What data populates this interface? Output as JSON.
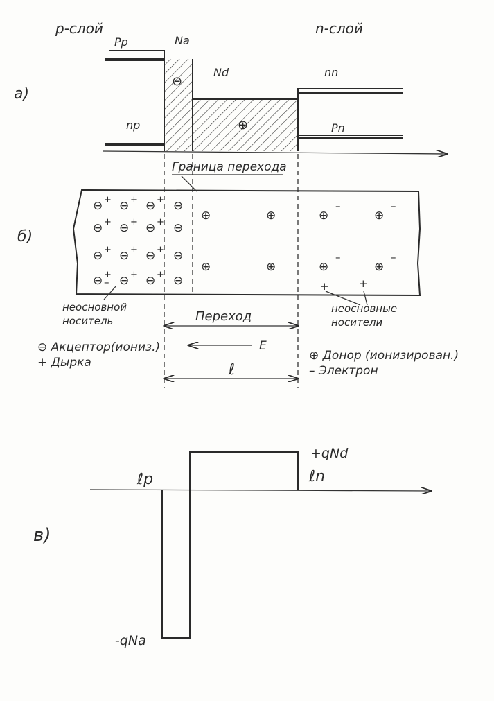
{
  "panel_a": {
    "label": "а)",
    "p_layer": "p-слой",
    "n_layer": "n-слой",
    "pp": "Pp",
    "na": "Na",
    "nd": "Nd",
    "nn": "nn",
    "np": "np",
    "pn": "Pn",
    "minus": "⊖",
    "plus": "⊕"
  },
  "panel_b": {
    "label": "б)",
    "boundary": "Граница перехода",
    "acceptor_ion": "⊖",
    "donor_ion": "⊕",
    "minority_p": "неосновной носитель",
    "minority_p_l1": "неосновной",
    "minority_p_l2": "носитель",
    "minority_n_l1": "неосновные",
    "minority_n_l2": "носители",
    "transition": "Переход",
    "field": "E",
    "length": "ℓ",
    "legend_acceptor": "⊖ Акцептор(иониз.)",
    "legend_hole": "+ Дырка",
    "legend_donor": "⊕ Донор (ионизирован.)",
    "legend_electron": "– Электрон"
  },
  "panel_c": {
    "label": "в)",
    "lp": "ℓp",
    "ln": "ℓn",
    "plus_charge": "+qNd",
    "minus_charge": "-qNa"
  }
}
